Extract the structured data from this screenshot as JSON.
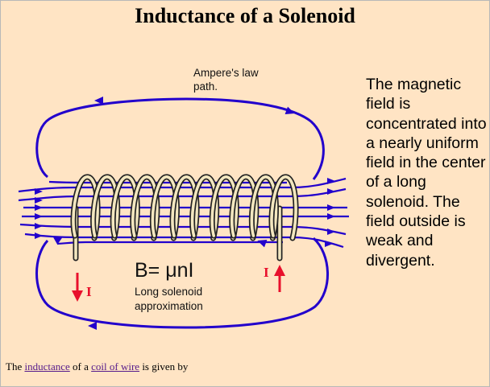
{
  "title": "Inductance of a Solenoid",
  "diagram": {
    "path_label_line1": "Ampere's law",
    "path_label_line2": "path.",
    "formula": "B= μnI",
    "approx_line1": "Long solenoid",
    "approx_line2": "approximation",
    "current_label_left": "I",
    "current_label_right": "I",
    "field_color": "#2200CC",
    "current_color": "#E8102C"
  },
  "description": "The magnetic field is concentrated into a nearly uniform field in the center of a long solenoid. The field outside is weak and divergent.",
  "footer": {
    "part1": "The ",
    "link1": "inductance",
    "part2": " of a ",
    "link2": "coil of wire",
    "part3": " is given by"
  }
}
